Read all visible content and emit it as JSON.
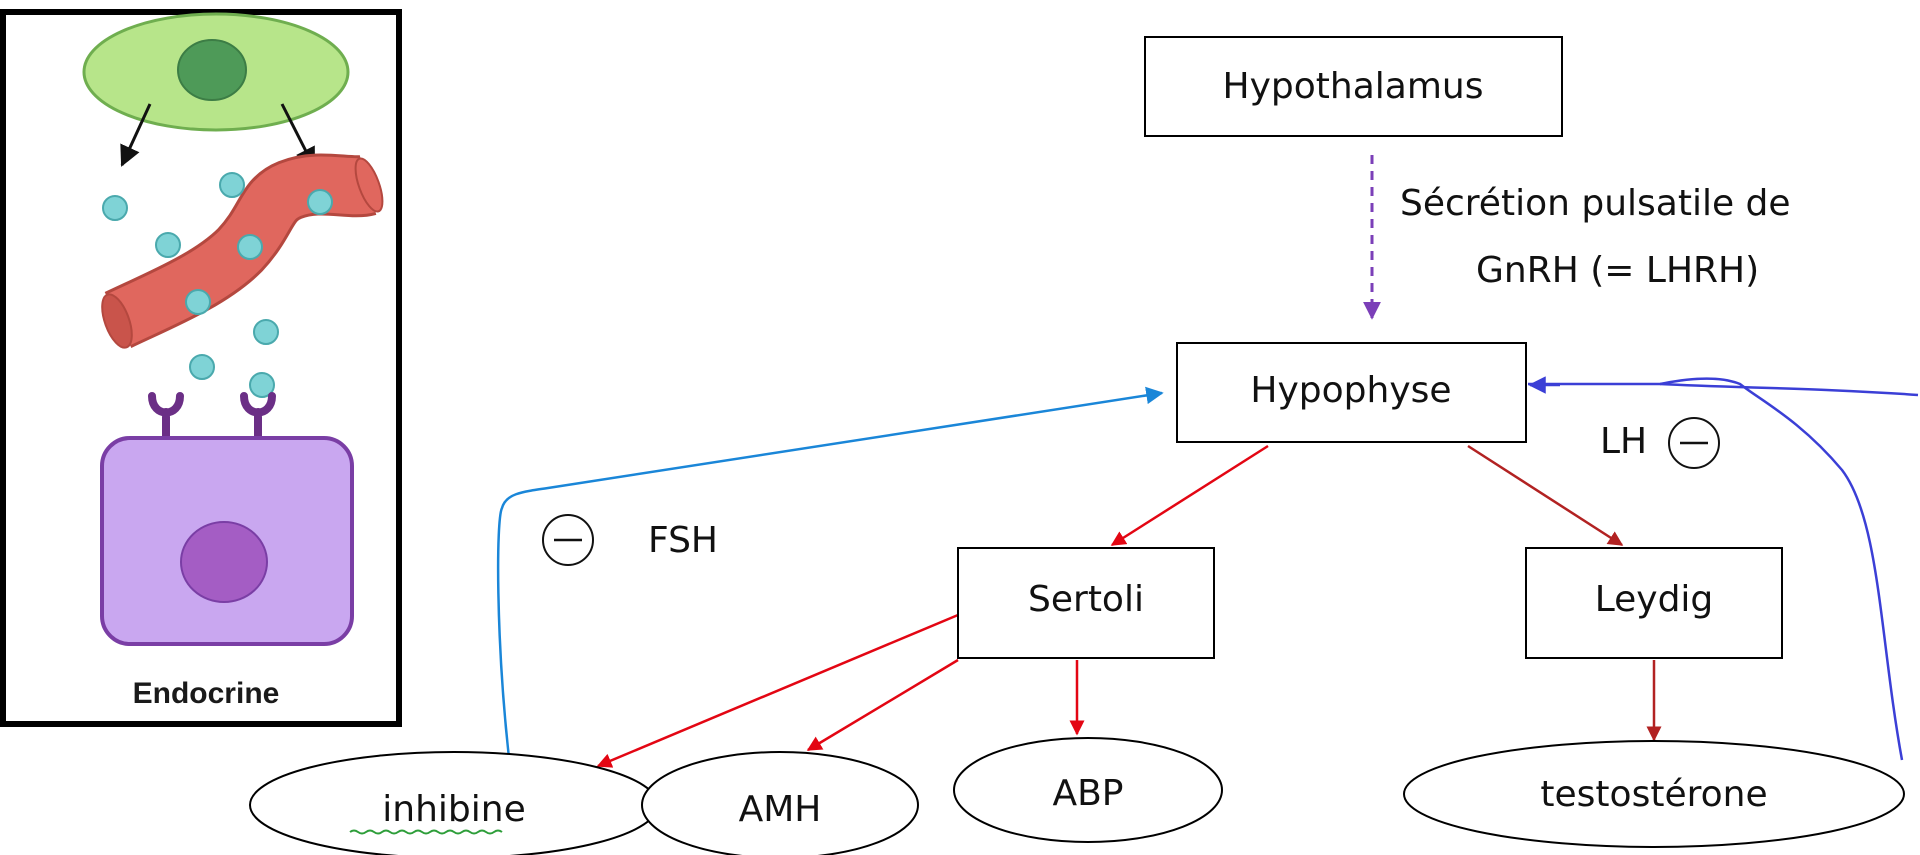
{
  "panel": {
    "caption": "Endocrine"
  },
  "nodes": {
    "hypothalamus": "Hypothalamus",
    "hypophyse": "Hypophyse",
    "sertoli": "Sertoli",
    "leydig": "Leydig",
    "inhibine": "inhibine",
    "amh": "AMH",
    "abp": "ABP",
    "testosterone": "testostérone"
  },
  "annotations": {
    "gnrh_line1": "Sécrétion pulsatile de",
    "gnrh_line2": "GnRH (= LHRH)",
    "fsh": "FSH",
    "lh": "LH"
  },
  "colors": {
    "red_arrow": "#e30613",
    "dark_red_arrow": "#b22222",
    "purple_dashed": "#7b3fb8",
    "feedback_cyan": "#1a86d8",
    "feedback_blue": "#3b3fd6",
    "cell_green": "#b7e58a",
    "nucleus_green": "#4e9a58",
    "vessel_red": "#e0675e",
    "hormone_teal": "#7fd3d6",
    "target_cell": "#c9a7f0",
    "receptor": "#6b2f86"
  }
}
